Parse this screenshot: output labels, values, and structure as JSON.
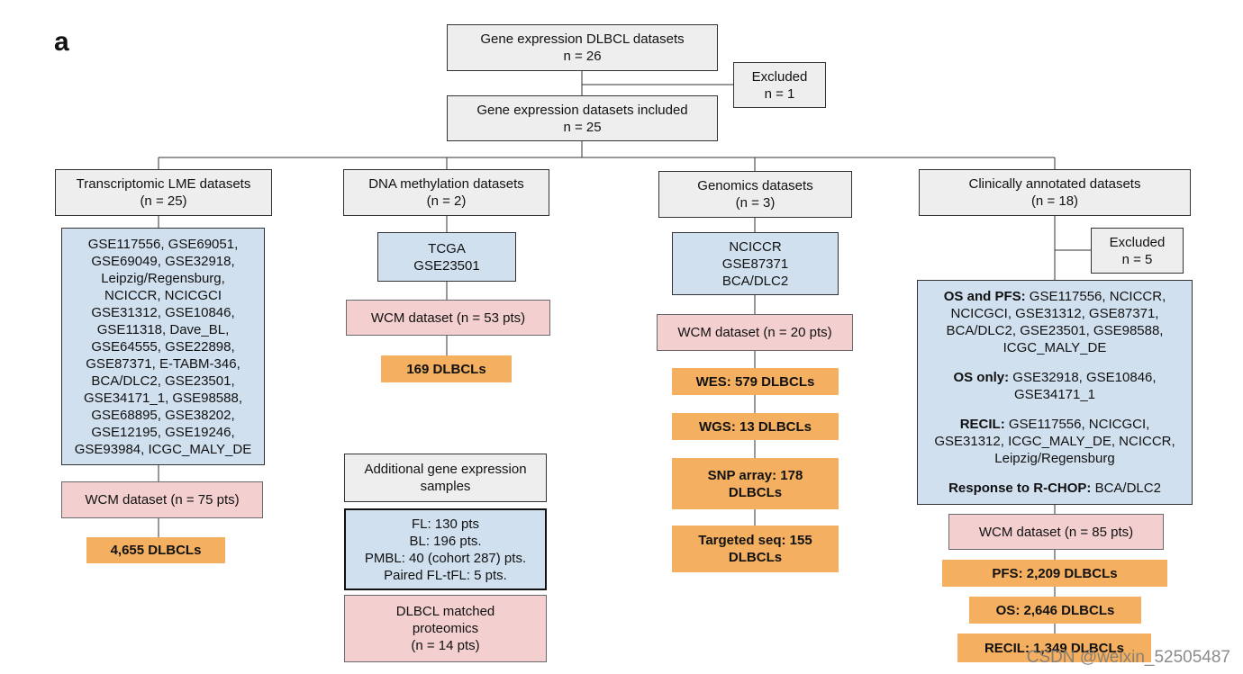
{
  "panel_label": "a",
  "watermark": "CSDN @weixin_52505487",
  "top": {
    "datasets": [
      "Gene expression DLBCL datasets",
      "n = 26"
    ],
    "excluded": [
      "Excluded",
      "n = 1"
    ],
    "included": [
      "Gene expression datasets included",
      "n = 25"
    ]
  },
  "lme": {
    "header": [
      "Transcriptomic LME datasets",
      "(n = 25)"
    ],
    "list": [
      "GSE117556, GSE69051,",
      "GSE69049, GSE32918,",
      "Leipzig/Regensburg,",
      "NCICCR, NCICGCI",
      "GSE31312, GSE10846,",
      "GSE11318, Dave_BL,",
      "GSE64555, GSE22898,",
      "GSE87371, E-TABM-346,",
      "BCA/DLC2, GSE23501,",
      "GSE34171_1, GSE98588,",
      "GSE68895, GSE38202,",
      "GSE12195, GSE19246,",
      "GSE93984, ICGC_MALY_DE"
    ],
    "wcm": "WCM dataset (n = 75 pts)",
    "count": "4,655 DLBCLs"
  },
  "meth": {
    "header": [
      "DNA methylation datasets",
      "(n = 2)"
    ],
    "list": [
      "TCGA",
      "GSE23501"
    ],
    "wcm": "WCM dataset (n = 53 pts)",
    "count": "169 DLBCLs"
  },
  "additional": {
    "header": [
      "Additional gene expression",
      "samples"
    ],
    "list": [
      "FL: 130 pts",
      "BL: 196 pts.",
      "PMBL: 40 (cohort 287) pts.",
      "Paired FL-tFL: 5 pts."
    ],
    "proteomics": [
      "DLBCL matched",
      "proteomics",
      "(n = 14 pts)"
    ]
  },
  "genomics": {
    "header": [
      "Genomics datasets",
      "(n = 3)"
    ],
    "list": [
      "NCICCR",
      "GSE87371",
      "BCA/DLC2"
    ],
    "wcm": "WCM dataset (n = 20 pts)",
    "counts": [
      [
        "WES: 579 DLBCLs"
      ],
      [
        "WGS: 13 DLBCLs"
      ],
      [
        "SNP array: 178",
        "DLBCLs"
      ],
      [
        "Targeted seq: 155",
        "DLBCLs"
      ]
    ]
  },
  "clinical": {
    "header": [
      "Clinically annotated datasets",
      "(n = 18)"
    ],
    "excluded": [
      "Excluded",
      "n = 5"
    ],
    "os_pfs": {
      "label": "OS and PFS:",
      "first": "GSE117556, NCICCR,",
      "rest": [
        "NCICGCI, GSE31312, GSE87371,",
        "BCA/DLC2, GSE23501, GSE98588,",
        "ICGC_MALY_DE"
      ]
    },
    "os_only": {
      "label": "OS only:",
      "first": "GSE32918, GSE10846,",
      "rest": [
        "GSE34171_1"
      ]
    },
    "recil": {
      "label": "RECIL:",
      "first": "GSE117556, NCICGCI,",
      "rest": [
        "GSE31312, ICGC_MALY_DE, NCICCR,",
        "Leipzig/Regensburg"
      ]
    },
    "rchop": {
      "label": "Response to R-CHOP:",
      "first": "BCA/DLC2",
      "rest": []
    },
    "wcm": "WCM dataset (n = 85 pts)",
    "counts": [
      "PFS: 2,209 DLBCLs",
      "OS: 2,646 DLBCLs",
      "RECIL: 1,349 DLBCLs"
    ]
  }
}
